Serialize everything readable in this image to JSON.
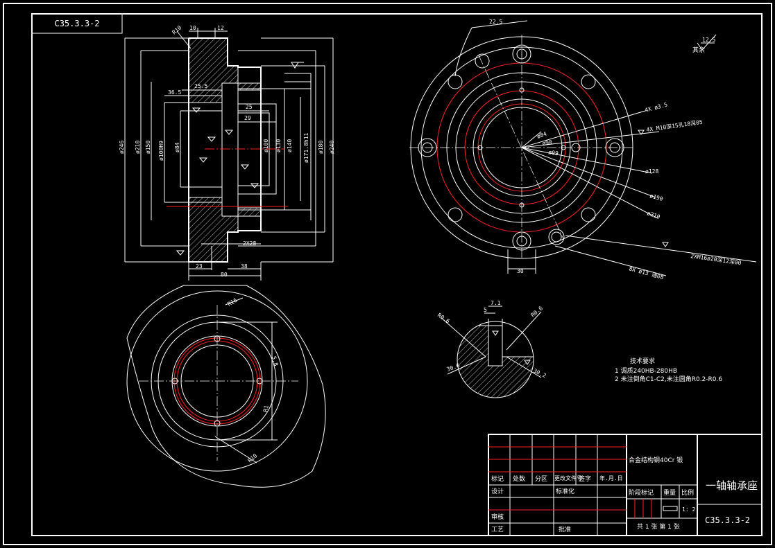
{
  "drawing": {
    "code": "C35.3.3-2",
    "part_name": "一轴轴承座",
    "material": "合金结构钢40Cr 锻",
    "scale": "1: 2",
    "sheet_info": "共 1 张 第 1 张"
  },
  "title_block": {
    "labels": [
      "标记",
      "处数",
      "分区",
      "更改文件号",
      "签字",
      "年.月.日",
      "设计",
      "标准化",
      "审核",
      "工艺",
      "批准",
      "阶段标记",
      "重量",
      "比例"
    ]
  },
  "tech_requirements": {
    "heading": "技术要求",
    "items": [
      "1 调质240HB-280HB",
      "2 未注倒角C1-C2,未注圆角R0.2-R0.6"
    ]
  },
  "section_view": {
    "dims": [
      "10",
      "12",
      "R10",
      "25.5",
      "36.5",
      "25",
      "29",
      "ø246",
      "ø210",
      "ø150",
      "ø100H9",
      "ø84",
      "ø100",
      "ø130",
      "ø140",
      "ø171.8h11",
      "ø180",
      "ø240",
      "2X28",
      "23",
      "38",
      "80"
    ]
  },
  "front_view": {
    "dims": [
      "22.5",
      "4X ø3.5",
      "ø84",
      "ø90",
      "ø99",
      "ø128",
      "ø190",
      "ø210",
      "30",
      "4X M10深15孔18深05",
      "2XM16ø20深12深00",
      "8X ø13 通08"
    ],
    "roughness": {
      "value": "12.5",
      "label": "其余"
    }
  },
  "detail_view": {
    "dims": [
      "7.1",
      "5",
      "R0.6",
      "R0.6",
      "30.6",
      "30.2"
    ]
  },
  "bottom_view": {
    "dims": [
      "R16",
      "5.8",
      "R1",
      "R10"
    ]
  },
  "colors": {
    "line": "#ffffff",
    "center": "#ff2020",
    "background": "#000000"
  }
}
